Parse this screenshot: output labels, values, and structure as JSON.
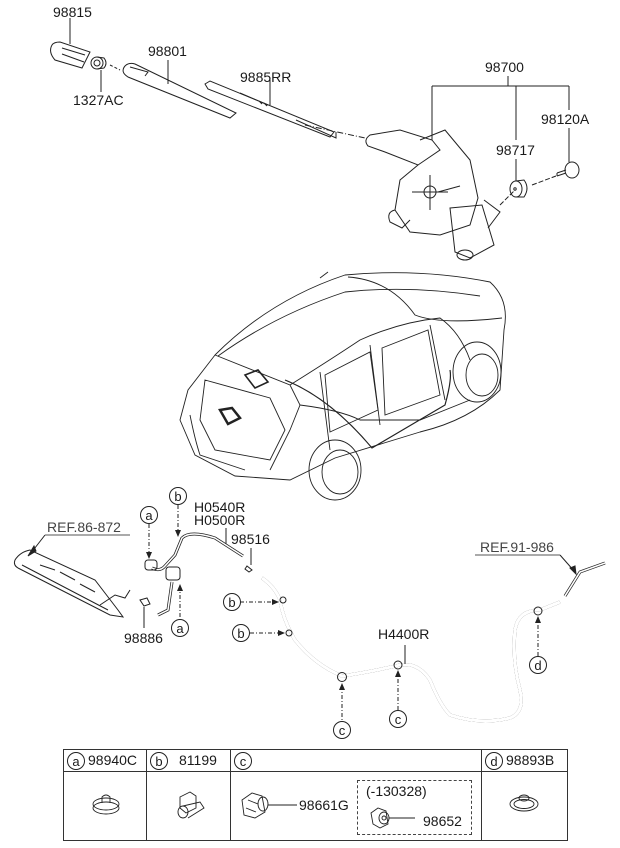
{
  "diagram": {
    "title": "Rear wiper & washer parts diagram",
    "part_labels": {
      "blade_cap": "98815",
      "nut": "1327AC",
      "wiper_arm": "98801",
      "wiper_blade": "9885RR",
      "motor_assembly": "98700",
      "motor_cap": "98717",
      "screw": "98120A",
      "hose_upper_1": "H0540R",
      "hose_upper_2": "H0500R",
      "connector": "98516",
      "nozzle": "98886",
      "hose_main": "H4400R"
    },
    "references": {
      "left": "REF.86-872",
      "right": "REF.91-986"
    },
    "callouts": {
      "a": "a",
      "b": "b",
      "c": "c",
      "d": "d"
    }
  },
  "legend": {
    "columns": [
      {
        "key": "a",
        "code": "98940C"
      },
      {
        "key": "b",
        "code": "81199"
      },
      {
        "key": "c",
        "code": "",
        "parts": [
          {
            "code": "98661G"
          },
          {
            "code": "98652",
            "note": "(-130328)"
          }
        ]
      },
      {
        "key": "d",
        "code": "98893B"
      }
    ]
  },
  "colors": {
    "line": "#222222",
    "background": "#ffffff"
  }
}
